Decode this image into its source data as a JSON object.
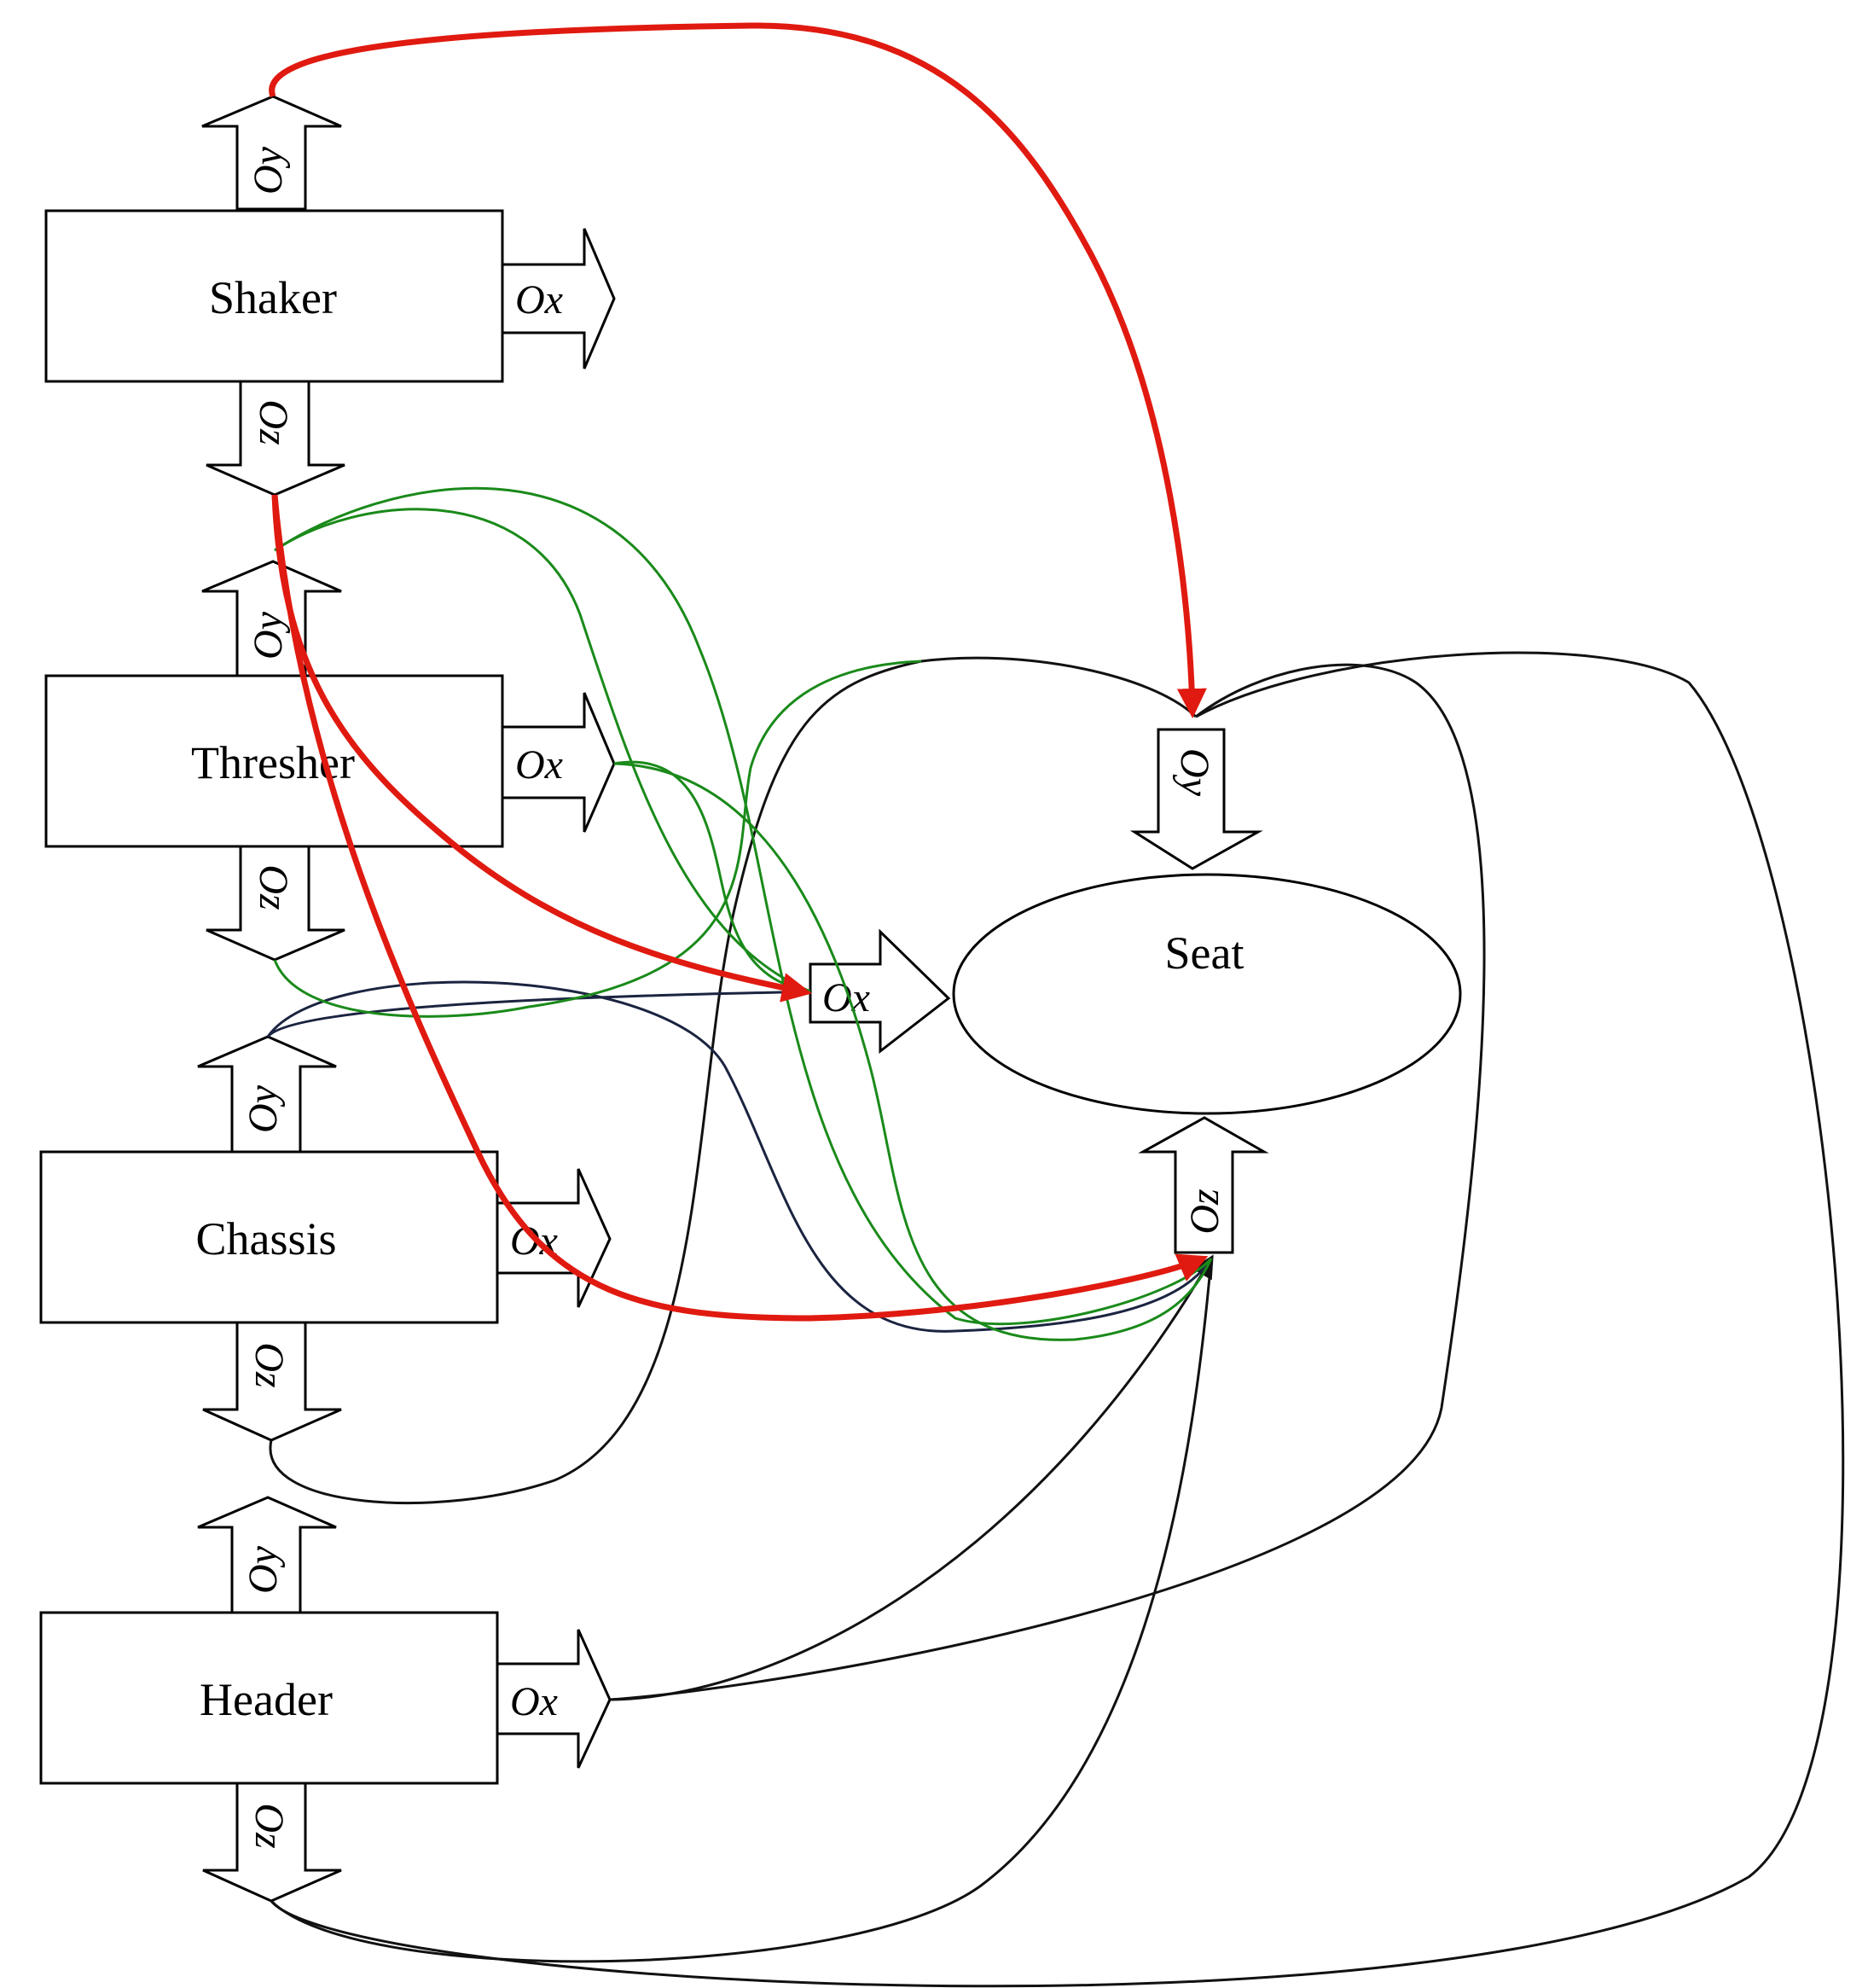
{
  "nodes": {
    "shaker": {
      "label": "Shaker"
    },
    "thresher": {
      "label": "Thresher"
    },
    "chassis": {
      "label": "Chassis"
    },
    "header": {
      "label": "Header"
    },
    "seat": {
      "label": "Seat"
    }
  },
  "axes": {
    "ox": "Ox",
    "oy": "Oy",
    "oz": "Oz"
  },
  "colors": {
    "highlight": "#e01a10",
    "secondary": "#1a8a1a",
    "default": "#111111",
    "dark": "#1b2440"
  }
}
